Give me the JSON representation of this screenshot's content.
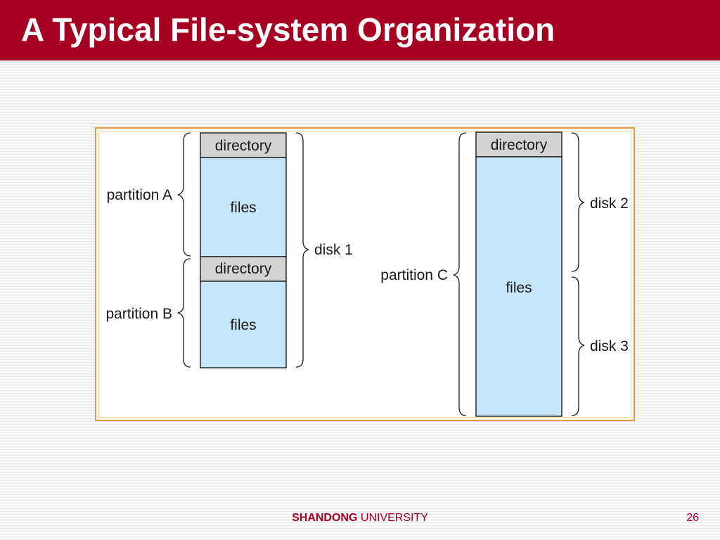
{
  "slide": {
    "title": "A Typical File-system Organization",
    "page_number": "26"
  },
  "footer": {
    "university_name_bold": "SHANDONG",
    "university_name_rest": "UNIVERSITY"
  },
  "colors": {
    "header": "#a50021",
    "directory_fill": "#d3d3d3",
    "files_fill": "#c6e7fa",
    "figure_border": "#e39a43"
  },
  "diagram": {
    "disk1": {
      "label": "disk 1",
      "partition_a": {
        "label": "partition A",
        "directory": "directory",
        "files": "files"
      },
      "partition_b": {
        "label": "partition B",
        "directory": "directory",
        "files": "files"
      }
    },
    "partition_c": {
      "label": "partition C",
      "directory": "directory",
      "files": "files",
      "disk2": {
        "label": "disk 2"
      },
      "disk3": {
        "label": "disk 3"
      }
    }
  }
}
